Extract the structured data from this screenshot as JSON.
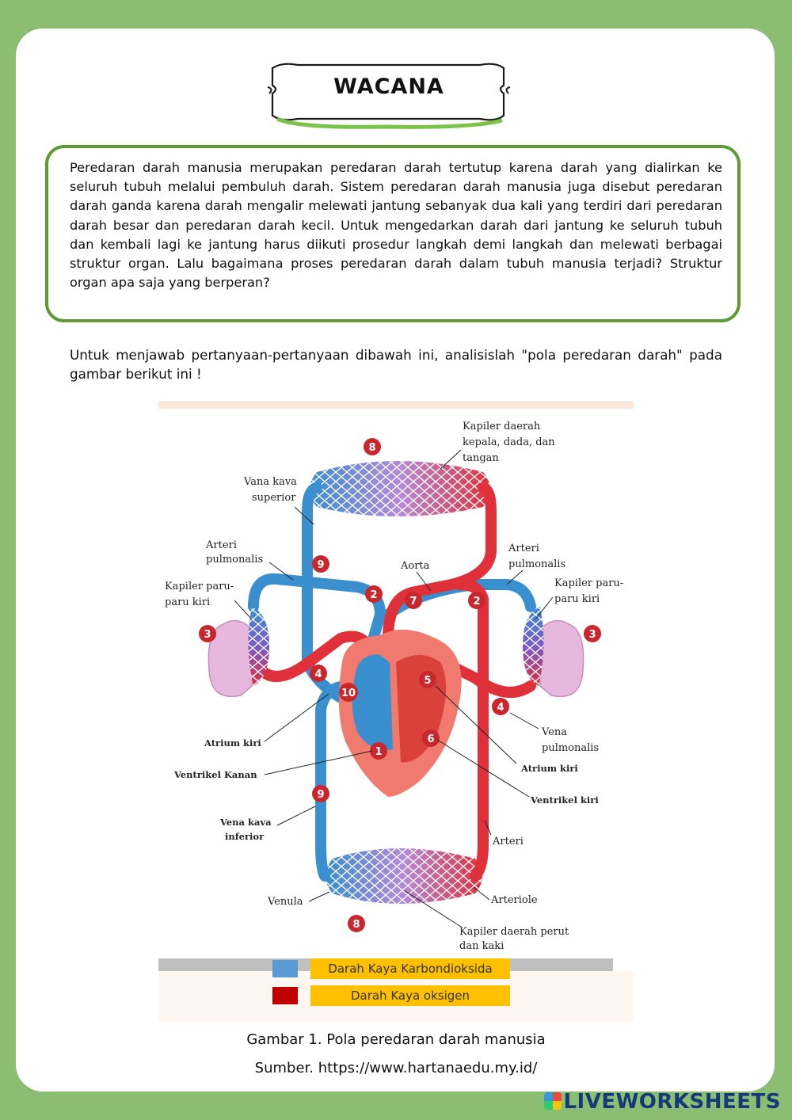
{
  "header": {
    "title": "WACANA"
  },
  "passage": "Peredaran darah manusia merupakan peredaran darah tertutup karena darah yang dialirkan ke seluruh tubuh melalui pembuluh darah. Sistem peredaran darah manusia juga disebut peredaran darah ganda karena darah mengalir melewati jantung sebanyak dua kali yang terdiri dari peredaran darah besar dan peredaran darah kecil. Untuk mengedarkan darah dari jantung ke seluruh tubuh dan kembali lagi ke jantung harus diikuti prosedur langkah demi langkah dan melewati berbagai struktur organ. Lalu bagaimana proses peredaran darah dalam tubuh manusia terjadi? Struktur organ apa saja yang berperan?",
  "instruction": "Untuk menjawab pertanyaan-pertanyaan dibawah ini, analisislah \"pola peredaran darah\" pada gambar berikut ini !",
  "figure": {
    "labels": {
      "kapiler_atas_1": "Kapiler daerah",
      "kapiler_atas_2": "kepala, dada, dan",
      "kapiler_atas_3": "tangan",
      "vena_kava_superior_1": "Vana kava",
      "vena_kava_superior_2": "superior",
      "arteri_pulmonalis_kiri_1": "Arteri",
      "arteri_pulmonalis_kiri_2": "pulmonalis",
      "aorta": "Aorta",
      "arteri_pulmonalis_kanan_1": "Arteri",
      "arteri_pulmonalis_kanan_2": "pulmonalis",
      "kapiler_paru_kiri_1": "Kapiler paru-",
      "kapiler_paru_kiri_2": "paru kiri",
      "kapiler_paru_kanan_1": "Kapiler paru-",
      "kapiler_paru_kanan_2": "paru kiri",
      "vena_pulmonalis_1": "Vena",
      "vena_pulmonalis_2": "pulmonalis",
      "atrium_kiri": "Atrium kiri",
      "ventrikel_kanan": "Ventrikel Kanan",
      "atrium_kiri_2": "Atrium kiri",
      "ventrikel_kiri": "Ventrikel kiri",
      "vena_kava_inferior_1": "Vena kava",
      "vena_kava_inferior_2": "inferior",
      "arteri": "Arteri",
      "venula": "Venula",
      "arteriole": "Arteriole",
      "kapiler_bawah_1": "Kapiler daerah perut",
      "kapiler_bawah_2": "dan kaki"
    },
    "numbers": {
      "n8_top": "8",
      "n9_top": "9",
      "n2_left": "2",
      "n7": "7",
      "n2_right": "2",
      "n3_left": "3",
      "n3_right": "3",
      "n4_left": "4",
      "n10": "10",
      "n5": "5",
      "n6": "6",
      "n1": "1",
      "n4_right": "4",
      "n9_bottom": "9",
      "n8_bottom": "8"
    },
    "legend": [
      {
        "color": "#5b9bd5",
        "label": "Darah Kaya Karbondioksida"
      },
      {
        "color": "#c00000",
        "label": "Darah Kaya oksigen"
      }
    ],
    "colors": {
      "deoxygenated": "#3a8fcf",
      "oxygenated": "#e0303a",
      "legend_label_bg": "#ffc000"
    }
  },
  "caption": "Gambar 1. Pola peredaran darah manusia",
  "source": "Sumber. https://www.hartanaedu.my.id/",
  "brand": "LIVEWORKSHEETS"
}
